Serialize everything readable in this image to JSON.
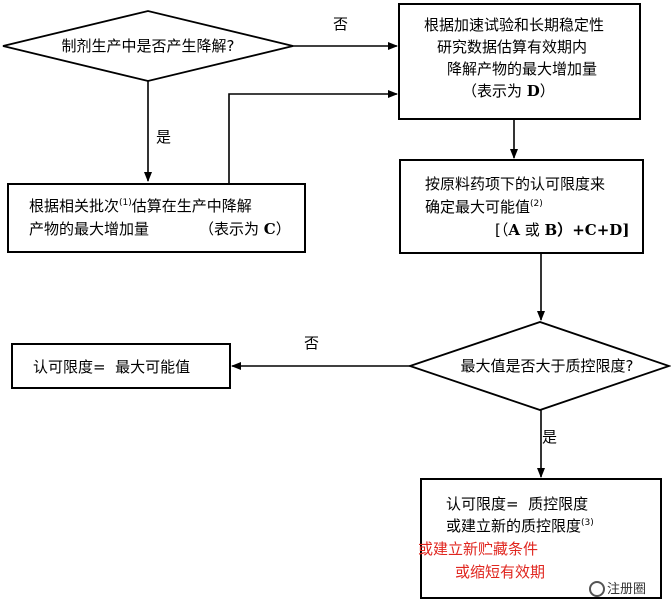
{
  "colors": {
    "line": "#000000",
    "warning": "#e0261f"
  },
  "decision_production": {
    "text": "制剂生产中是否产生降解?"
  },
  "decision_max": {
    "text": "最大值是否大于质控限度?"
  },
  "box_d": {
    "line1": "根据加速试验和长期稳定性",
    "line2": "研究数据估算有效期内",
    "line3": "降解产物的最大增加量",
    "line4_pre": "（表示为 ",
    "line4_var": "D",
    "line4_post": "）"
  },
  "box_c": {
    "line1_pre": "根据相关批次",
    "sup": "(1)",
    "line1_post": "估算在生产中降解",
    "line2": "产物的最大增加量",
    "line2_note_pre": "（表示为 ",
    "line2_note_var": "C",
    "line2_note_post": "）"
  },
  "box_max": {
    "line1": "按原料药项下的认可限度来",
    "line2": "确定最大可能值",
    "sup": "(2)",
    "formula_pre": "[（",
    "formula_a": "A",
    "formula_or": " 或 ",
    "formula_b": "B",
    "formula_post": "）+C+D]"
  },
  "box_accept_max": {
    "label": "认可限度=",
    "value": "最大可能值"
  },
  "box_accept_qc": {
    "line1_label": "认可限度=",
    "line1_value": "质控限度",
    "line2": "或建立新的质控限度",
    "sup": "(3)",
    "line3": "或建立新贮藏条件",
    "line4": "或缩短有效期"
  },
  "edge_labels": {
    "no_top": "否",
    "yes_left": "是",
    "no_middle": "否",
    "yes_bottom": "是"
  },
  "watermark": {
    "text": "注册圈"
  }
}
